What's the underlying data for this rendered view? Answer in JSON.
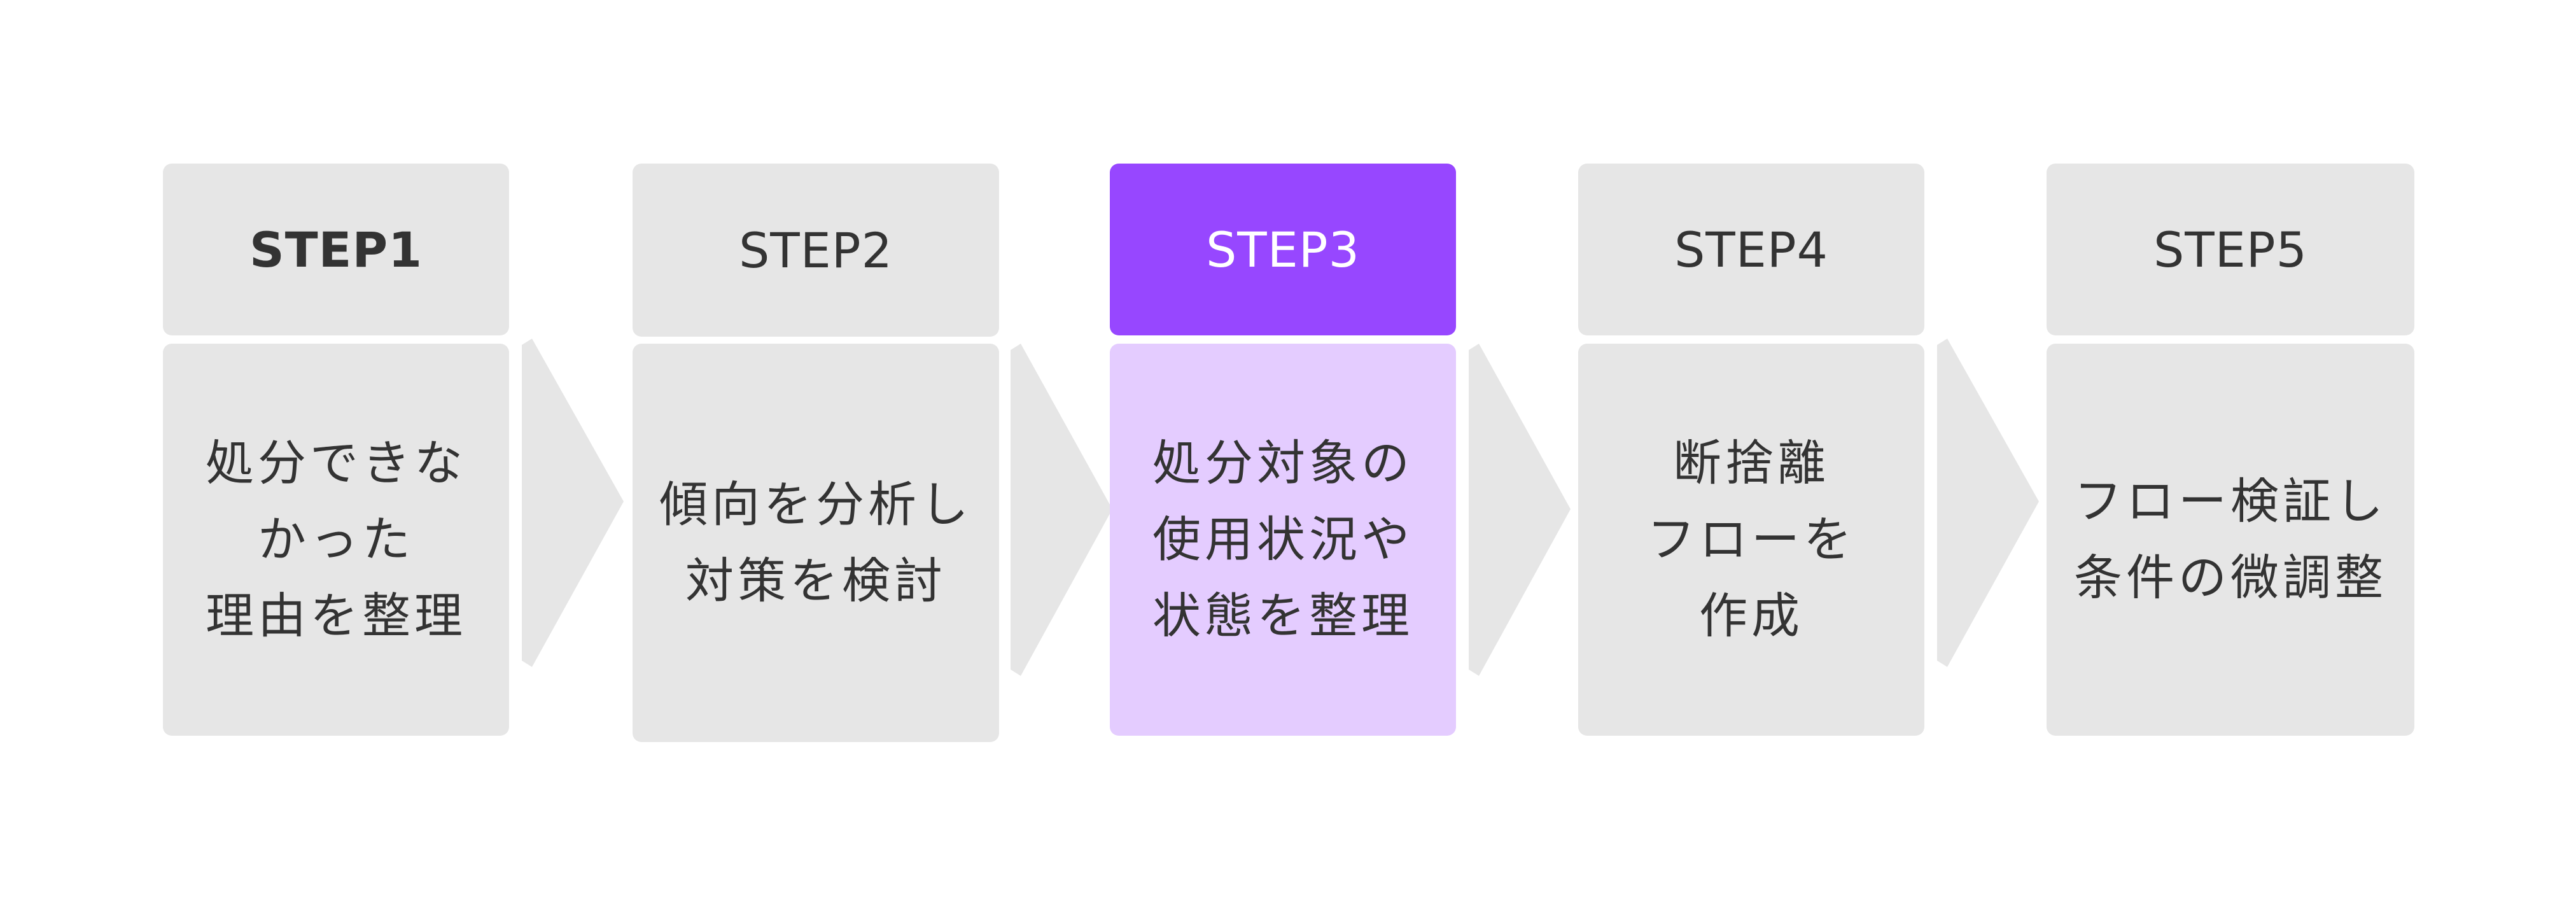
{
  "steps": [
    {
      "label": "STEP1",
      "text": "処分できな\nかった\n理由を整理"
    },
    {
      "label": "STEP2",
      "text": "傾向を分析し\n対策を検討"
    },
    {
      "label": "STEP3",
      "text": "処分対象の\n使用状況や\n状態を整理"
    },
    {
      "label": "STEP4",
      "text": "断捨離\nフローを\n作成"
    },
    {
      "label": "STEP5",
      "text": "フロー検証し\n条件の微調整"
    }
  ],
  "colors": {
    "box": "#e6e6e6",
    "active_header": "#9747ff",
    "active_body": "#e4ccff",
    "text": "#333333"
  },
  "active_step": 3
}
